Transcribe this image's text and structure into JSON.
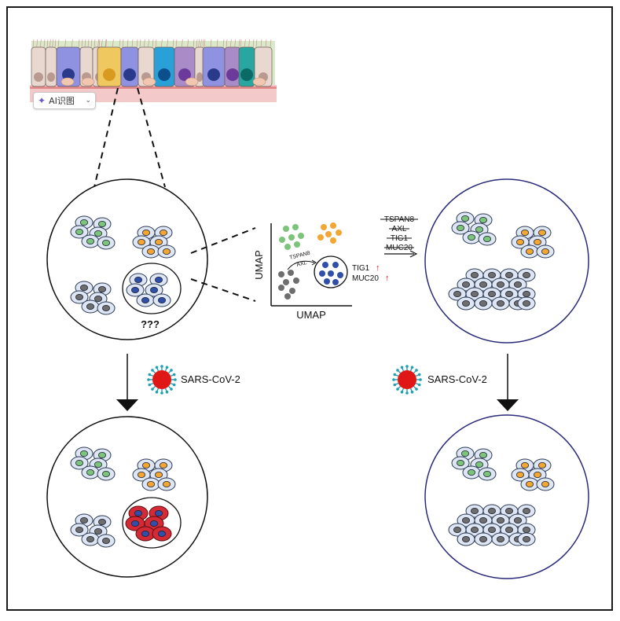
{
  "labels": {
    "question_marks": "???",
    "virus_left": "SARS-CoV-2",
    "virus_right": "SARS-CoV-2",
    "umap_x": "UMAP",
    "umap_y": "UMAP"
  },
  "umap": {
    "arrow_genes": [
      "TSPAN8",
      "AXL"
    ],
    "markers_up": [
      "TIG1",
      "MUC20"
    ]
  },
  "arrow_genes_struck": [
    "TSPAN8",
    "AXL",
    "TIG1",
    "MUC20"
  ],
  "badge": {
    "label": "AI识图",
    "icon": "sparkle-icon",
    "dropdown_icon": "chevron-down-icon"
  },
  "colors": {
    "green_cell": "#7cc47a",
    "orange_cell": "#f2a735",
    "grey_cell": "#6e6e6e",
    "blue_cell": "#2f4fa8",
    "infected_cell": "#d42a35",
    "virus": "#e01717",
    "virus_spike": "#20a0b0",
    "up_arrow": "#e01717",
    "circle_right": "#2a2a7a",
    "cell_body": "#dfe6f3"
  }
}
